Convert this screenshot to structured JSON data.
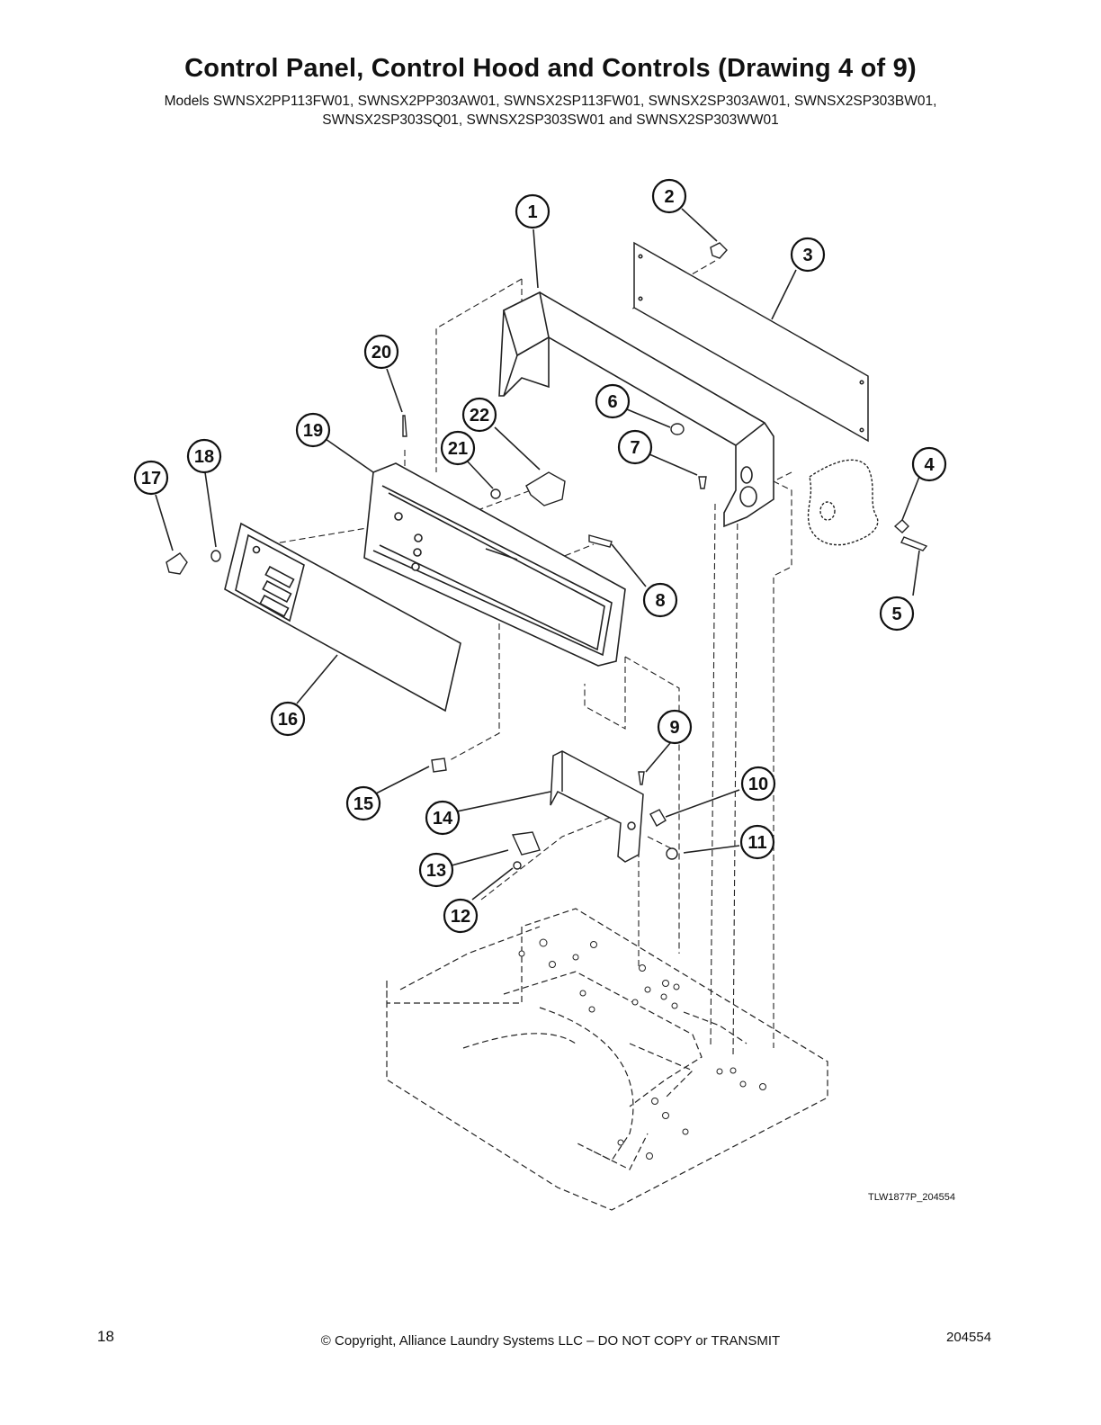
{
  "page": {
    "title": "Control Panel, Control Hood and Controls (Drawing 4 of 9)",
    "models_line1": "Models SWNSX2PP113FW01, SWNSX2PP303AW01, SWNSX2SP113FW01, SWNSX2SP303AW01, SWNSX2SP303BW01,",
    "models_line2": "SWNSX2SP303SQ01, SWNSX2SP303SW01 and SWNSX2SP303WW01",
    "drawing_ref": "TLW1877P_204554",
    "page_number": "18",
    "copyright": "© Copyright, Alliance Laundry Systems LLC – DO NOT COPY or TRANSMIT",
    "doc_number": "204554"
  },
  "callouts": [
    "1",
    "2",
    "3",
    "4",
    "5",
    "6",
    "7",
    "8",
    "9",
    "10",
    "11",
    "12",
    "13",
    "14",
    "15",
    "16",
    "17",
    "18",
    "19",
    "20",
    "21",
    "22"
  ]
}
